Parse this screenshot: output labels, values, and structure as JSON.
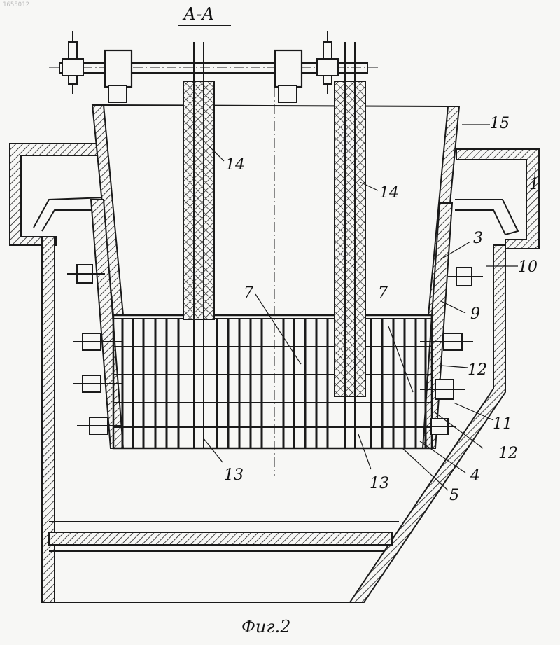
{
  "drawing": {
    "corner_mark": "1655012",
    "section_title": "А-А",
    "caption": "Фиг.2",
    "labels": {
      "l1": "1",
      "l3": "3",
      "l4": "4",
      "l5": "5",
      "l7a": "7",
      "l7b": "7",
      "l9": "9",
      "l10": "10",
      "l11": "11",
      "l12a": "12",
      "l12b": "12",
      "l13a": "13",
      "l13b": "13",
      "l14a": "14",
      "l14b": "14",
      "l15": "15"
    }
  }
}
